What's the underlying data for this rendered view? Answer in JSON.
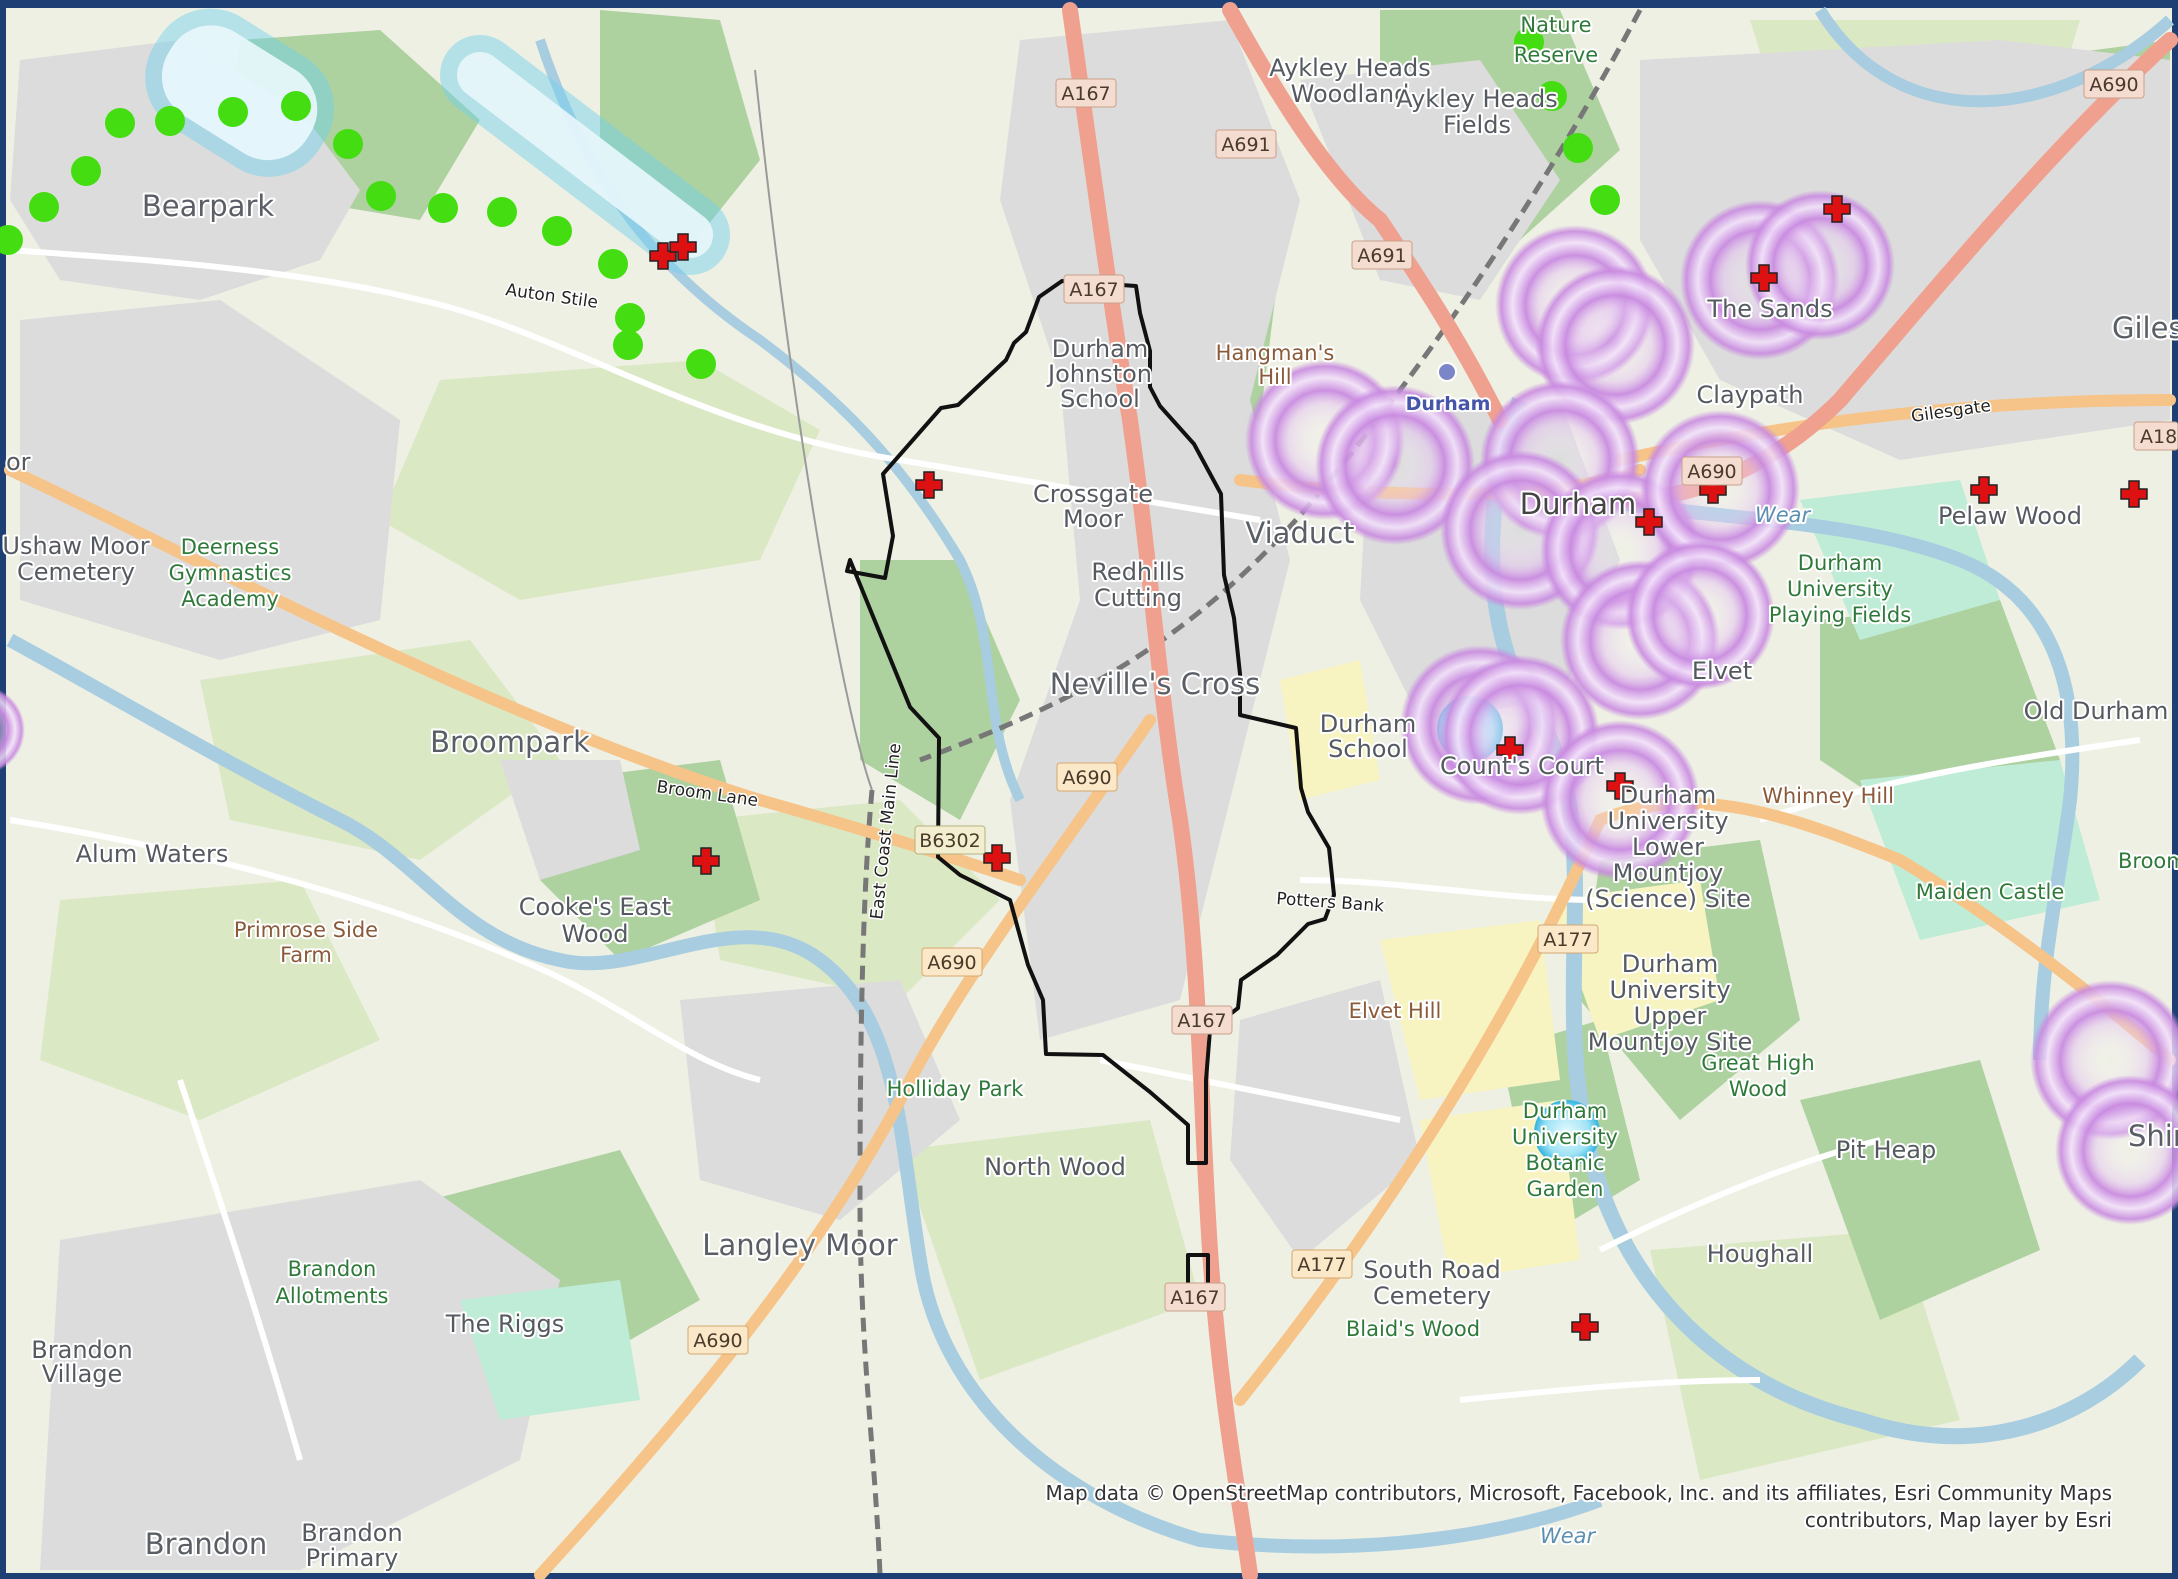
{
  "map": {
    "attribution_line1": "Map data © OpenStreetMap contributors, Microsoft, Facebook, Inc. and its affiliates, Esri Community Maps",
    "attribution_line2": "contributors, Map layer by Esri",
    "colors": {
      "background": "#eef0e4",
      "woodland": "#aed1a0",
      "urban": "#dcdcdc",
      "river": "#a8cde0",
      "primary_road": "#f0a08e",
      "secondary_road": "#f6c488",
      "boundary": "#111111",
      "buffer_purple": "#c98be0",
      "buffer_blue": "#6fd1ee",
      "marker_green": "#44dd11",
      "marker_red": "#dd1111"
    },
    "place_labels": {
      "bearpark": "Bearpark",
      "auton_stile": "Auton Stile",
      "ushaw_moor_cemetery_1": "Ushaw Moor",
      "ushaw_moor_cemetery_2": "Cemetery",
      "deerness_1": "Deerness",
      "deerness_2": "Gymnastics",
      "deerness_3": "Academy",
      "broompark": "Broompark",
      "broom_lane": "Broom Lane",
      "alum_waters": "Alum Waters",
      "primrose_1": "Primrose Side",
      "primrose_2": "Farm",
      "cookes_1": "Cooke's East",
      "cookes_2": "Wood",
      "langley_moor": "Langley Moor",
      "brandon_allot_1": "Brandon",
      "brandon_allot_2": "Allotments",
      "the_riggs": "The Riggs",
      "brandon_village_1": "Brandon",
      "brandon_village_2": "Village",
      "brandon": "Brandon",
      "brandon_primary_1": "Brandon",
      "brandon_primary_2": "Primary",
      "holliday_park": "Holliday Park",
      "north_wood": "North Wood",
      "east_coast_main_line": "East Coast Main Line",
      "durham_johnston_1": "Durham",
      "durham_johnston_2": "Johnston",
      "durham_johnston_3": "School",
      "crossgate_1": "Crossgate",
      "crossgate_2": "Moor",
      "redhills_1": "Redhills",
      "redhills_2": "Cutting",
      "nevilles_cross": "Neville's Cross",
      "durham_school_1": "Durham",
      "durham_school_2": "School",
      "potters_bank": "Potters Bank",
      "elvet_hill": "Elvet Hill",
      "south_road_1": "South Road",
      "south_road_2": "Cemetery",
      "blaids_wood": "Blaid's Wood",
      "aykley_woodland_1": "Aykley Heads",
      "aykley_woodland_2": "Woodland",
      "aykley_fields_1": "Aykley Heads",
      "aykley_fields_2": "Fields",
      "nature_1": "Nature",
      "nature_2": "Reserve",
      "hangmans_1": "Hangman's",
      "hangmans_2": "Hill",
      "durham_station": "Durham",
      "viaduct": "Viaduct",
      "durham": "Durham",
      "claypath": "Claypath",
      "the_sands": "The Sands",
      "gilesgate": "Gilesgate",
      "gilesgate_road": "Gilesgate",
      "wear": "Wear",
      "wear_bottom": "Wear",
      "pelaw_wood": "Pelaw Wood",
      "playing_1": "Durham",
      "playing_2": "University",
      "playing_3": "Playing Fields",
      "elvet": "Elvet",
      "old_durham": "Old Durham",
      "counts_court": "Count's Court",
      "lower_1": "Durham",
      "lower_2": "University",
      "lower_3": "Lower",
      "lower_4": "Mountjoy",
      "lower_5": "(Science) Site",
      "whinney_hill": "Whinney Hill",
      "maiden_castle": "Maiden Castle",
      "broom_right": "Broom",
      "upper_1": "Durham",
      "upper_2": "University",
      "upper_3": "Upper",
      "upper_4": "Mountjoy Site",
      "great_high_1": "Great High",
      "great_high_2": "Wood",
      "botanic_1": "Durham",
      "botanic_2": "University",
      "botanic_3": "Botanic",
      "botanic_4": "Garden",
      "pit_heap": "Pit Heap",
      "houghall": "Houghall",
      "shin": "Shin",
      "or": "or"
    },
    "road_refs": {
      "a167_1": "A167",
      "a167_2": "A167",
      "a167_3": "A167",
      "a167_4": "A167",
      "a691_1": "A691",
      "a691_2": "A691",
      "a690_1": "A690",
      "a690_2": "A690",
      "a690_3": "A690",
      "a690_4": "A690",
      "a690_5": "A690",
      "b6302": "B6302",
      "a177_1": "A177",
      "a177_2": "A177",
      "a18": "A18"
    }
  }
}
